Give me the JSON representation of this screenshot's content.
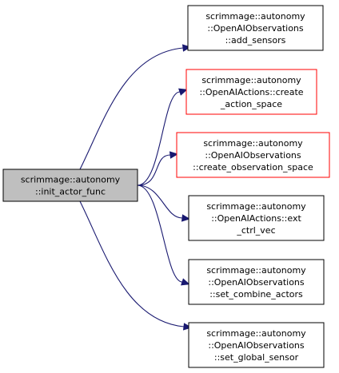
{
  "diagram": {
    "source": {
      "lines": [
        "scrimmage::autonomy",
        "::init_actor_func"
      ],
      "fill": "#bfbfbf",
      "border": "#000000"
    },
    "targets": [
      {
        "id": "add_sensors",
        "lines": [
          "scrimmage::autonomy",
          "::OpenAIObservations",
          "::add_sensors"
        ],
        "border": "#000000"
      },
      {
        "id": "create_action_space",
        "lines": [
          "scrimmage::autonomy",
          "::OpenAIActions::create",
          "_action_space"
        ],
        "border": "#ff0000"
      },
      {
        "id": "create_observation_space",
        "lines": [
          "scrimmage::autonomy",
          "::OpenAIObservations",
          "::create_observation_space"
        ],
        "border": "#ff0000"
      },
      {
        "id": "ext_ctrl_vec",
        "lines": [
          "scrimmage::autonomy",
          "::OpenAIActions::ext",
          "_ctrl_vec"
        ],
        "border": "#000000"
      },
      {
        "id": "set_combine_actors",
        "lines": [
          "scrimmage::autonomy",
          "::OpenAIObservations",
          "::set_combine_actors"
        ],
        "border": "#000000"
      },
      {
        "id": "set_global_sensor",
        "lines": [
          "scrimmage::autonomy",
          "::OpenAIObservations",
          "::set_global_sensor"
        ],
        "border": "#000000"
      }
    ],
    "edge_color": "#191970"
  }
}
